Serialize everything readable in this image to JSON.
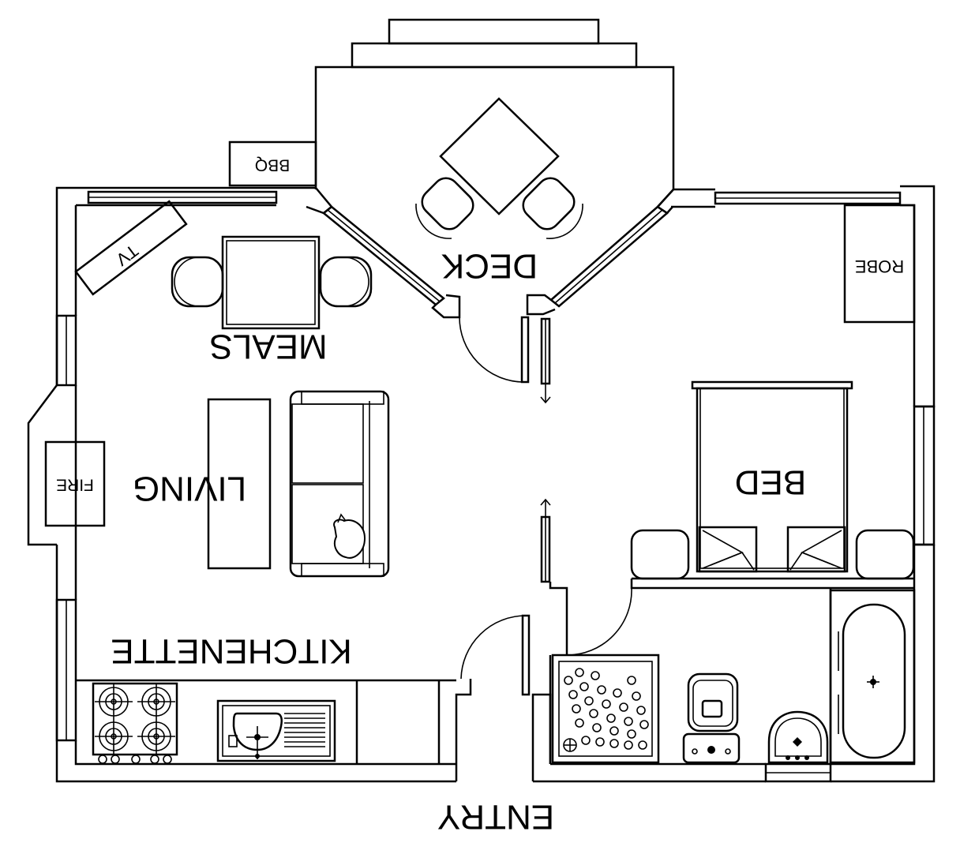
{
  "labels": {
    "deck": "DECK",
    "bbq": "BBQ",
    "meals": "MEALS",
    "tv": "TV",
    "robe": "ROBE",
    "bed": "BED",
    "living": "LIVING",
    "fire": "FIRE",
    "kitchenette": "KITCHENETTE",
    "entry": "ENTRY"
  },
  "colors": {
    "line": "#000000",
    "background": "#ffffff"
  }
}
